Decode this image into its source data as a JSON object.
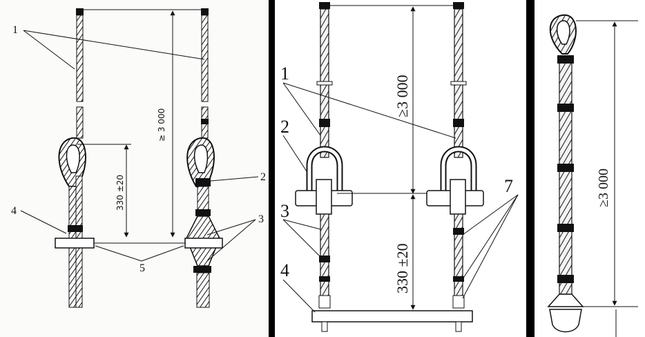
{
  "left_panel": {
    "callouts": {
      "c1": "1",
      "c2": "2",
      "c3": "3",
      "c4": "4",
      "c5": "5"
    },
    "dim_vertical": "≥ 3 000",
    "dim_loop": "330 ±20"
  },
  "middle_panel": {
    "callouts": {
      "c1": "1",
      "c2": "2",
      "c3": "3",
      "c4": "4",
      "c7": "7"
    },
    "dim_vertical": "≥3 000",
    "dim_lower": "330 ±20"
  },
  "right_panel": {
    "dim_vertical": "≥3 000"
  },
  "colors": {
    "separator": "#000000",
    "line": "#111111",
    "panel_left_bg": "#fbfbfa",
    "panel_bg": "#ffffff"
  }
}
